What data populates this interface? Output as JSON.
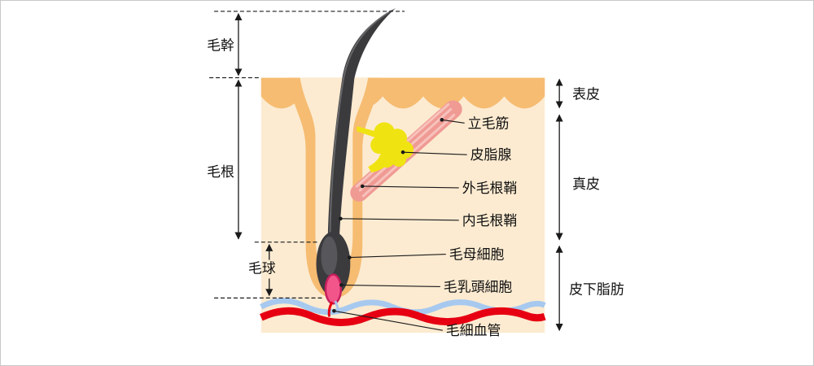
{
  "labels": {
    "left": {
      "hair_shaft": "毛幹",
      "hair_root": "毛根",
      "hair_bulb": "毛球"
    },
    "pointers": {
      "arrector_pili": "立毛筋",
      "sebaceous_gland": "皮脂腺",
      "outer_root_sheath": "外毛根鞘",
      "inner_root_sheath": "内毛根鞘",
      "hair_matrix_cells": "毛母細胞",
      "dermal_papilla_cells": "毛乳頭細胞",
      "capillary": "毛細血管"
    },
    "layers": {
      "epidermis": "表皮",
      "dermis": "真皮",
      "subcutaneous_fat": "皮下脂肪"
    }
  },
  "colors": {
    "skin_surface": "#F6BC72",
    "skin_inner": "#FCEBD1",
    "hair": "#3B3B3E",
    "hair_highlight": "#7A7A7E",
    "sebaceous_gland": "#F0E312",
    "arrector_pili": "#F09A94",
    "arrector_pili_stripe": "#F7C2BC",
    "dermal_papilla": "#F25589",
    "papilla_outline": "#C51F5D",
    "artery": "#E60012",
    "vein": "#A7C9EF",
    "line": "#1A1A1A"
  }
}
